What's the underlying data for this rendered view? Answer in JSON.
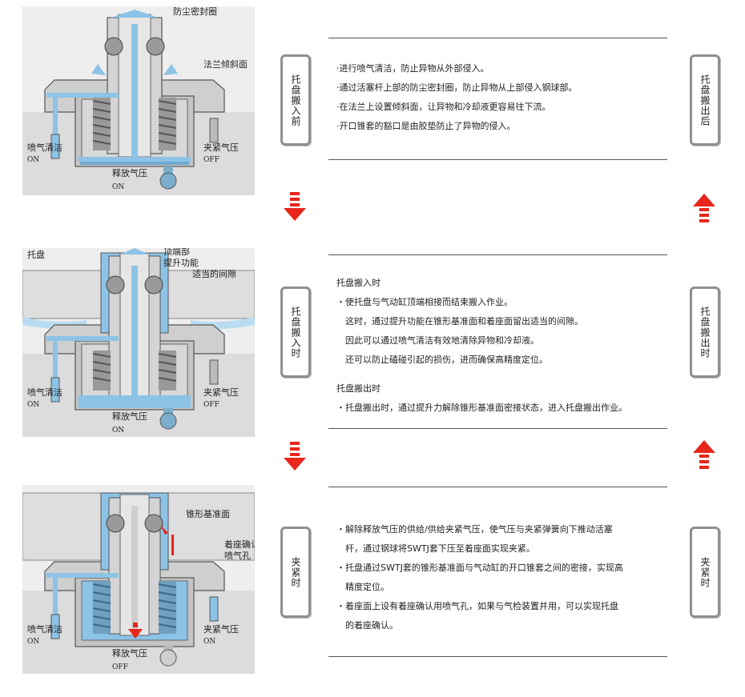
{
  "panels": [
    {
      "labels": {
        "callout_1": "防尘密封圈",
        "callout_2": "法兰倾斜面",
        "left_valve": "喷气清洁",
        "left_state": "ON",
        "right_valve": "夹紧气压",
        "right_state": "OFF",
        "bottom_valve": "释放气压",
        "bottom_state": "ON"
      }
    },
    {
      "labels": {
        "callout_1a": "顶端部",
        "callout_1b": "提升功能",
        "pallet": "托盘",
        "callout_2": "适当的间隙",
        "left_valve": "喷气清洁",
        "left_state": "ON",
        "right_valve": "夹紧气压",
        "right_state": "OFF",
        "bottom_valve": "释放气压",
        "bottom_state": "ON"
      }
    },
    {
      "labels": {
        "callout_1": "锥形基准面",
        "callout_2a": "着座确认用",
        "callout_2b": "喷气孔",
        "left_valve": "喷气清洁",
        "left_state": "ON",
        "right_valve": "夹紧气压",
        "right_state": "ON",
        "bottom_valve": "释放气压",
        "bottom_state": "OFF"
      }
    }
  ],
  "tags": {
    "left_1": "托盘搬入前",
    "left_2": "托盘搬入时",
    "left_3": "夹紧时",
    "right_1": "托盘搬出后",
    "right_2": "托盘搬出时",
    "right_3": "夹紧时"
  },
  "section1": {
    "lines": [
      "·进行喷气清洁，防止异物从外部侵入。",
      "·通过活塞杆上部的防尘密封圈，防止异物从上部侵入钢球部。",
      "·在法兰上设置倾斜面，让异物和冷却液更容易往下流。",
      "·开口锥套的豁口是由胶垫防止了异物的侵入。"
    ]
  },
  "section2": {
    "heading_in": "托盘搬入时",
    "lines_in": [
      "・使托盘与气动缸顶端相接而结束搬入作业。",
      "　这时，通过提升功能在锥形基准面和着座面留出适当的间隙。",
      "　因此可以通过喷气清洁有效地清除异物和冷却液。",
      "　还可以防止磕碰引起的损伤，进而确保高精度定位。"
    ],
    "heading_out": "托盘搬出时",
    "lines_out": [
      "・托盘搬出时，通过提升力解除锥形基准面密接状态，进入托盘搬出作业。"
    ]
  },
  "section3": {
    "lines": [
      "・解除释放气压的供给/供给夹紧气压，使气压与夹紧弹簧向下推动活塞",
      "　杆，通过钢球将SWTJ套下压至着座面实现夹紧。",
      "・托盘通过SWTJ套的锥形基准面与气动缸的开口锥套之间的密接，实现高",
      "　精度定位。",
      "・着座面上设有着座确认用喷气孔，如果与气检装置并用，可以实现托盘",
      "　的着座确认。"
    ]
  },
  "colors": {
    "air_blue": "#8cc3e6",
    "metal_gray": "#cfcfcf",
    "arrow_red": "#e8261c",
    "tag_border": "#8f8f8f"
  }
}
